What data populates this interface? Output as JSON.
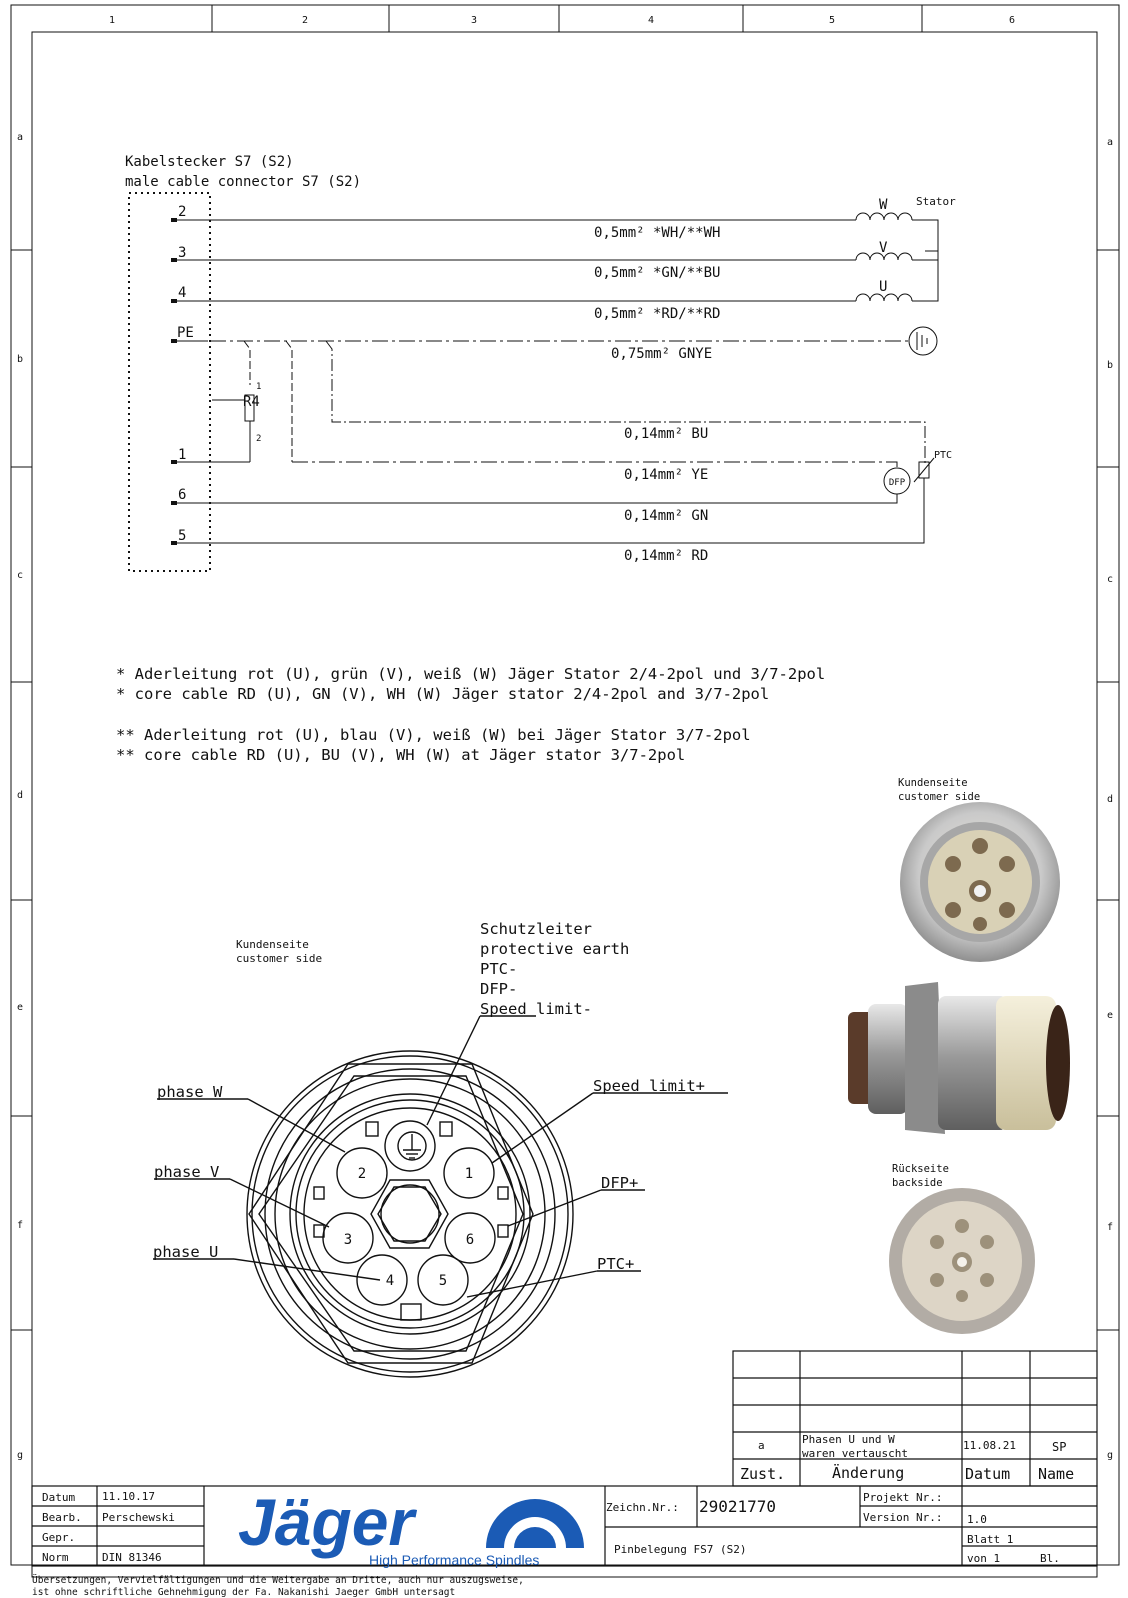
{
  "frame": {
    "columns": [
      "1",
      "2",
      "3",
      "4",
      "5",
      "6"
    ],
    "rows": [
      "a",
      "b",
      "c",
      "d",
      "e",
      "f",
      "g"
    ]
  },
  "connector": {
    "title_de": "Kabelstecker S7 (S2)",
    "title_en": "male cable connector S7 (S2)",
    "pins": [
      "2",
      "3",
      "4",
      "PE",
      "1",
      "6",
      "5"
    ],
    "resistor": "R4",
    "res_pin_top": "1",
    "res_pin_bottom": "2"
  },
  "wires": [
    {
      "label": "0,5mm² *WH/**WH",
      "coil": "W"
    },
    {
      "label": "0,5mm² *GN/**BU",
      "coil": "V"
    },
    {
      "label": "0,5mm² *RD/**RD",
      "coil": "U"
    },
    {
      "label": "0,75mm² GNYE"
    },
    {
      "label": "0,14mm² BU"
    },
    {
      "label": "0,14mm² YE"
    },
    {
      "label": "0,14mm² GN"
    },
    {
      "label": "0,14mm² RD"
    }
  ],
  "stator_label": "Stator",
  "ptc_label": "PTC",
  "dfp_label": "DFP",
  "notes": [
    "* Aderleitung rot (U), grün (V), weiß (W) Jäger Stator 2/4-2pol und 3/7-2pol",
    "* core cable RD (U), GN (V), WH (W) Jäger stator 2/4-2pol and 3/7-2pol",
    "** Aderleitung rot (U), blau (V), weiß (W) bei Jäger Stator 3/7-2pol",
    "** core cable RD (U), BU (V), WH (W) at Jäger stator 3/7-2pol"
  ],
  "face_view": {
    "side_de": "Kundenseite",
    "side_en": "customer side",
    "earth_lines": [
      "Schutzleiter",
      "protective earth",
      "PTC-",
      "DFP-",
      "Speed limit-"
    ],
    "phase_w": "phase W",
    "phase_v": "phase V",
    "phase_u": "phase U",
    "speed_plus": "Speed limit+",
    "dfp_plus": "DFP+",
    "ptc_plus": "PTC+",
    "pins": [
      "2",
      "1",
      "3",
      "6",
      "4",
      "5"
    ]
  },
  "photos": {
    "top_de": "Kundenseite",
    "top_en": "customer side",
    "bottom_de": "Rückseite",
    "bottom_en": "backside"
  },
  "revision": {
    "letter": "a",
    "change_line1": "Phasen U und W",
    "change_line2": "waren vertauscht",
    "date": "11.08.21",
    "name": "SP",
    "h_zust": "Zust.",
    "h_aenderung": "Änderung",
    "h_datum": "Datum",
    "h_name": "Name"
  },
  "title_block": {
    "datum_label": "Datum",
    "datum_value": "11.10.17",
    "bearb_label": "Bearb.",
    "bearb_value": "Perschewski",
    "gepr_label": "Gepr.",
    "norm_label": "Norm",
    "norm_value": "DIN 81346",
    "logo_text": "Jäger",
    "logo_sub": "High Performance Spindles",
    "zeichn_label": "Zeichn.Nr.:",
    "zeichn_value": "29021770",
    "projekt_label": "Projekt Nr.:",
    "version_label": "Version Nr.:",
    "version_value": "1.0",
    "blatt": "Blatt 1",
    "von": "von 1",
    "bl": "Bl.",
    "description": "Pinbelegung FS7 (S2)"
  },
  "footer": {
    "line1": "Übersetzungen, Vervielfältigungen und die Weitergabe an Dritte, auch nur auszugsweise,",
    "line2": "ist ohne schriftliche Gehnehmigung der Fa. Nakanishi Jaeger GmbH untersagt"
  },
  "colors": {
    "logo_blue": "#1b5bb5",
    "line": "#111111"
  }
}
